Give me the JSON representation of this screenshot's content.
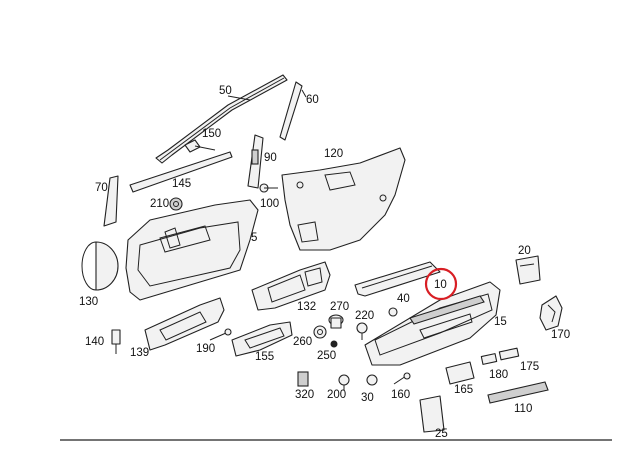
{
  "labels": {
    "p50": "50",
    "p60": "60",
    "p150": "150",
    "p90": "90",
    "p120": "120",
    "p145": "145",
    "p70": "70",
    "p210": "210",
    "p100": "100",
    "p5": "5",
    "p20": "20",
    "p130": "130",
    "p10": "10",
    "p40": "40",
    "p132": "132",
    "p270": "270",
    "p220": "220",
    "p15": "15",
    "p170": "170",
    "p140": "140",
    "p139": "139",
    "p190": "190",
    "p260": "260",
    "p155": "155",
    "p250": "250",
    "p175": "175",
    "p180": "180",
    "p165": "165",
    "p320": "320",
    "p200": "200",
    "p30": "30",
    "p160": "160",
    "p110": "110",
    "p25": "25"
  },
  "highlight": {
    "part": "10",
    "color": "#d81e24"
  }
}
